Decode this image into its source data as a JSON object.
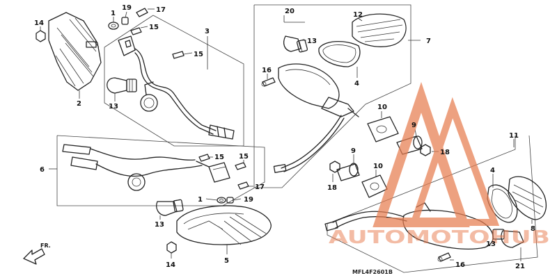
{
  "diagram": {
    "drawing_code": "MFL4F2601B",
    "direction_label": "FR.",
    "watermark_text": "AUTOMOTOHUB",
    "callouts": [
      {
        "id": "c1a",
        "text": "1"
      },
      {
        "id": "c19a",
        "text": "19"
      },
      {
        "id": "c17a",
        "text": "17"
      },
      {
        "id": "c14a",
        "text": "14"
      },
      {
        "id": "c15a",
        "text": "15"
      },
      {
        "id": "c3",
        "text": "3"
      },
      {
        "id": "c15b",
        "text": "15"
      },
      {
        "id": "c2",
        "text": "2"
      },
      {
        "id": "c13a",
        "text": "13"
      },
      {
        "id": "c20",
        "text": "20"
      },
      {
        "id": "c12",
        "text": "12"
      },
      {
        "id": "c13b",
        "text": "13"
      },
      {
        "id": "c7",
        "text": "7"
      },
      {
        "id": "c16a",
        "text": "16"
      },
      {
        "id": "c4a",
        "text": "4"
      },
      {
        "id": "c10a",
        "text": "10"
      },
      {
        "id": "c9a",
        "text": "9"
      },
      {
        "id": "c11",
        "text": "11"
      },
      {
        "id": "c18a",
        "text": "18"
      },
      {
        "id": "c6",
        "text": "6"
      },
      {
        "id": "c15c",
        "text": "15"
      },
      {
        "id": "c15d",
        "text": "15"
      },
      {
        "id": "c9b",
        "text": "9"
      },
      {
        "id": "c10b",
        "text": "10"
      },
      {
        "id": "c18b",
        "text": "18"
      },
      {
        "id": "c4b",
        "text": "4"
      },
      {
        "id": "c17b",
        "text": "17"
      },
      {
        "id": "c1b",
        "text": "1"
      },
      {
        "id": "c19b",
        "text": "19"
      },
      {
        "id": "c13c",
        "text": "13"
      },
      {
        "id": "c8",
        "text": "8"
      },
      {
        "id": "c14b",
        "text": "14"
      },
      {
        "id": "c5",
        "text": "5"
      },
      {
        "id": "c13d",
        "text": "13"
      },
      {
        "id": "c16b",
        "text": "16"
      },
      {
        "id": "c21",
        "text": "21"
      }
    ]
  },
  "colors": {
    "line": "#222222",
    "watermark": "#e77d50",
    "background": "#ffffff"
  }
}
